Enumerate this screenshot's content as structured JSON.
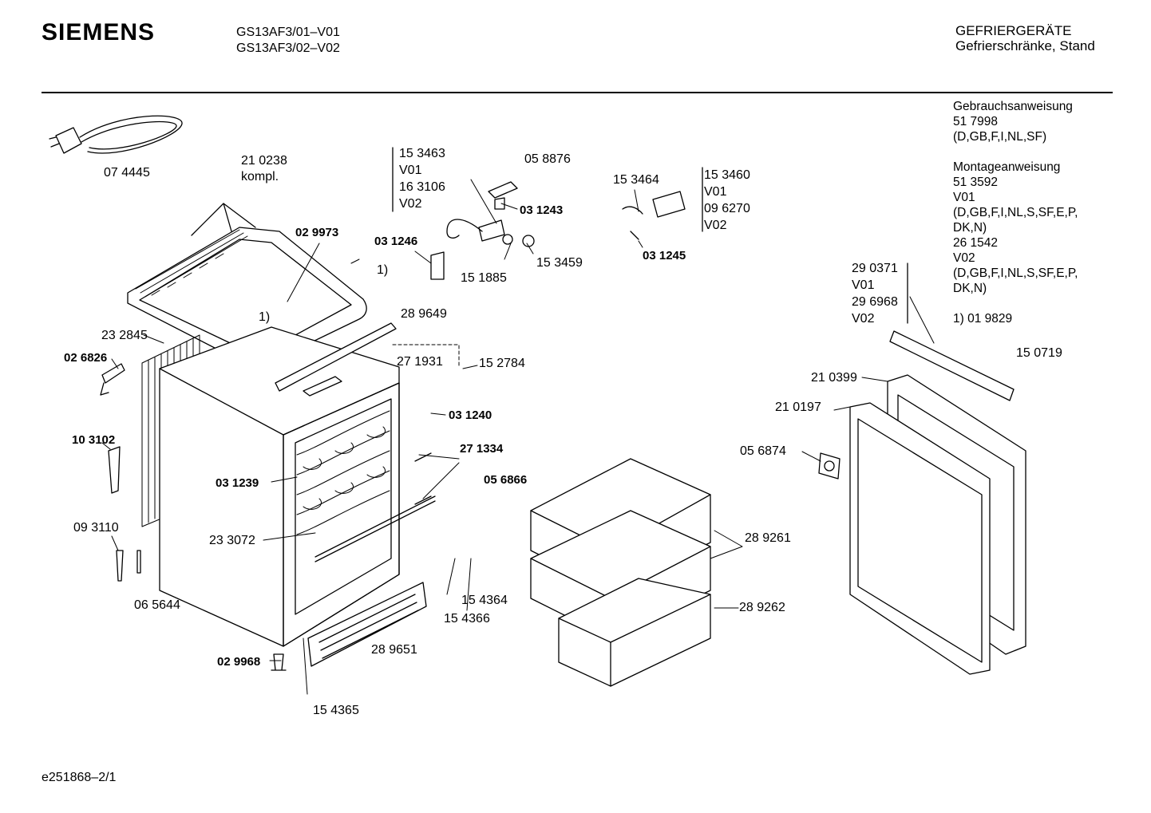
{
  "header": {
    "brand": "SIEMENS",
    "models": [
      "GS13AF3/01–V01",
      "GS13AF3/02–V02"
    ],
    "category": [
      "GEFRIERGERÄTE",
      "Gefrierschränke, Stand"
    ]
  },
  "info": {
    "lines": [
      "Gebrauchsanweisung",
      "51 7998",
      "(D,GB,F,I,NL,SF)",
      "",
      "Montageanweisung",
      "51 3592",
      "V01",
      "(D,GB,F,I,NL,S,SF,E,P,",
      "DK,N)",
      "26 1542",
      "V02",
      "(D,GB,F,I,NL,S,SF,E,P,",
      "DK,N)",
      "",
      "1)  01 9829"
    ]
  },
  "parts": {
    "p074445": "07 4445",
    "p210238": "21 0238",
    "kompl": "kompl.",
    "p029973": "02 9973",
    "note1a": "1)",
    "note1b": "1)",
    "p232845": "23 2845",
    "p026826": "02 6826",
    "p103102": "10 3102",
    "p093110": "09 3110",
    "p065644": "06 5644",
    "p029968": "02 9968",
    "p154365": "15 4365",
    "p289651": "28 9651",
    "p233072": "23 3072",
    "p031239": "03 1239",
    "p289649": "28 9649",
    "p271931": "27 1931",
    "p152784": "15 2784",
    "p031240": "03 1240",
    "p271334": "27 1334",
    "p056866": "05 6866",
    "p154364": "15 4364",
    "p154366": "15 4366",
    "p289261": "28 9261",
    "p289262": "28 9262",
    "p153463": "15 3463",
    "v01a": "V01",
    "p163106": "16 3106",
    "v02a": "V02",
    "p058876": "05 8876",
    "p031243": "03 1243",
    "p031246": "03 1246",
    "p151885": "15 1885",
    "p153459": "15 3459",
    "p153464": "15 3464",
    "p153460": "15 3460",
    "v01b": "V01",
    "p096270": "09 6270",
    "v02b": "V02",
    "p031245": "03 1245",
    "p290371": "29 0371",
    "v01c": "V01",
    "p296968": "29 6968",
    "v02c": "V02",
    "p150719": "15 0719",
    "p210399": "21 0399",
    "p210197": "21 0197",
    "p056874": "05 6874"
  },
  "footer": {
    "code": "e251868–2/1"
  }
}
